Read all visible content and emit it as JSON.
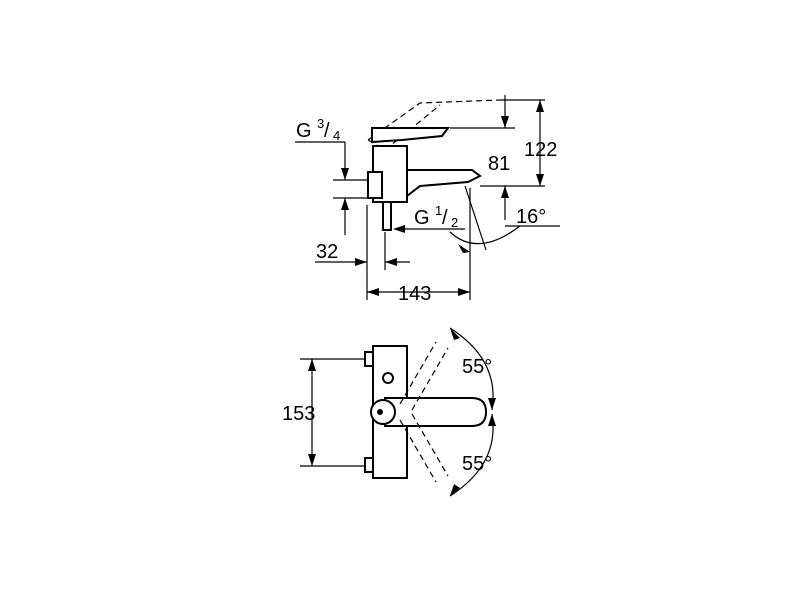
{
  "dimensions": {
    "height_total": "122",
    "height_spout": "81",
    "spout_angle": "16°",
    "projection": "143",
    "connection_offset": "32",
    "thread_outlet": {
      "prefix": "G",
      "num": "1",
      "den": "2"
    },
    "thread_inlet": {
      "prefix": "G",
      "num": "3",
      "den": "4"
    },
    "center_distance": "153",
    "rotation_upper": "55°",
    "rotation_lower": "55°"
  }
}
